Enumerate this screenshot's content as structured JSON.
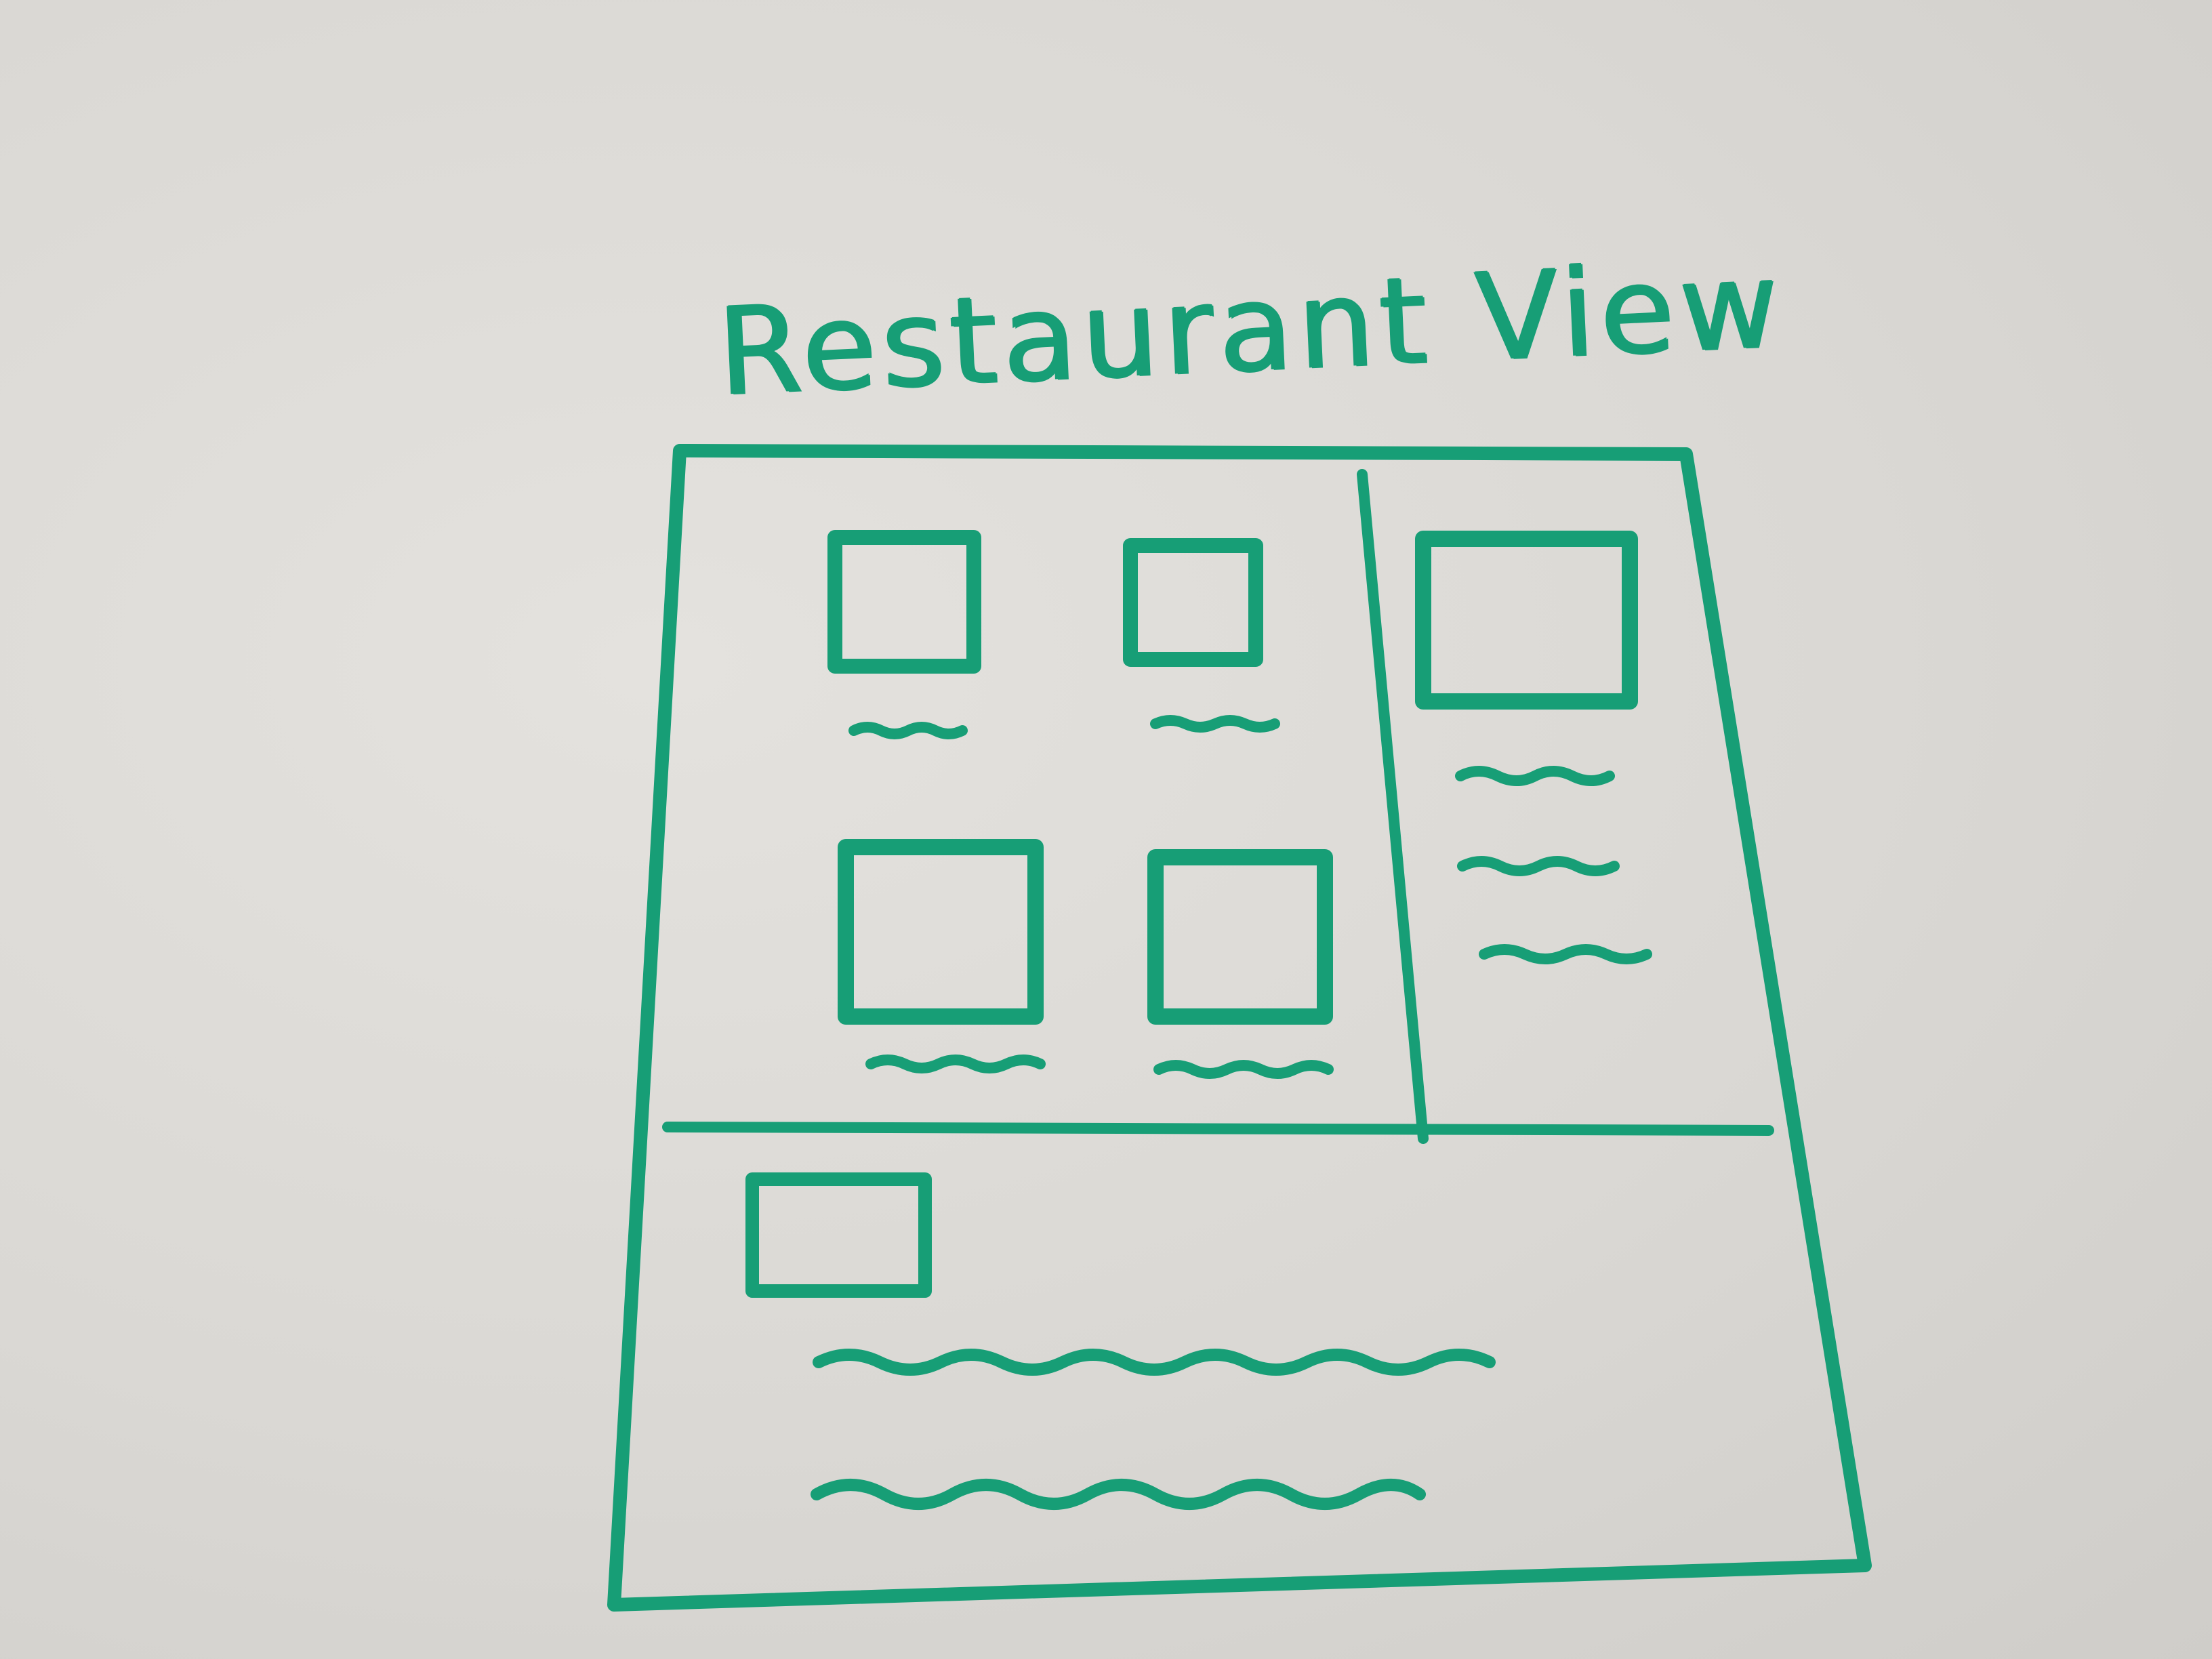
{
  "title": "Restaurant View",
  "colors": {
    "marker": "#179e76",
    "board": "#dcdad6"
  },
  "layout_sketch": {
    "grid_panel": {
      "items": [
        {
          "image_placeholder": true,
          "caption_scribble": true
        },
        {
          "image_placeholder": true,
          "caption_scribble": true
        },
        {
          "image_placeholder": true,
          "caption_scribble": true
        },
        {
          "image_placeholder": true,
          "caption_scribble": true
        }
      ]
    },
    "side_panel": {
      "image_placeholder": true,
      "text_line_scribbles": 3
    },
    "bottom_panel": {
      "image_placeholder": true,
      "text_line_scribbles": 2
    }
  }
}
